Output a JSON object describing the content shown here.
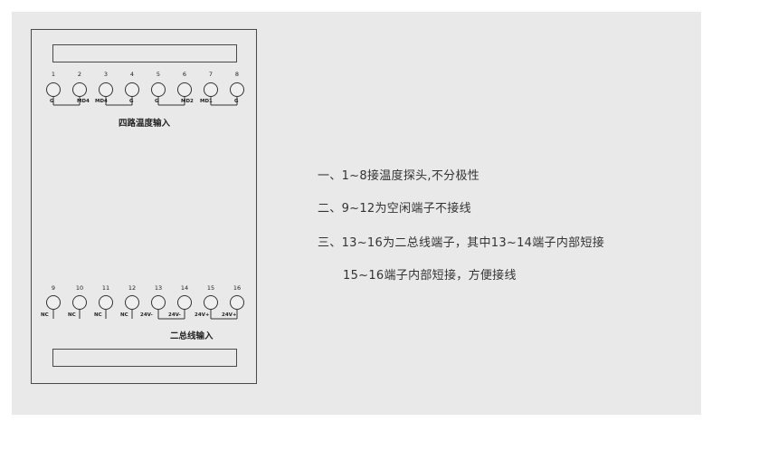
{
  "top_block": {
    "numbers": [
      "1",
      "2",
      "3",
      "4",
      "5",
      "6",
      "7",
      "8"
    ],
    "labels": [
      "G",
      "MD4",
      "MD4",
      "G",
      "G",
      "MD2",
      "MD1",
      "G"
    ],
    "caption": "四路温度输入"
  },
  "bottom_block": {
    "numbers": [
      "9",
      "10",
      "11",
      "12",
      "13",
      "14",
      "15",
      "16"
    ],
    "labels": [
      "NC",
      "NC",
      "NC",
      "NC",
      "24V-",
      "24V-",
      "24V+",
      "24V+"
    ],
    "caption": "二总线输入"
  },
  "notes": [
    "一、1~8接温度探头,不分极性",
    "二、9~12为空闲端子不接线",
    "三、13~16为二总线端子，其中13~14端子内部短接",
    "15~16端子内部短接，方便接线"
  ],
  "colors": {
    "panel": "#e9e9e9",
    "line": "#333333",
    "text": "#333333"
  }
}
